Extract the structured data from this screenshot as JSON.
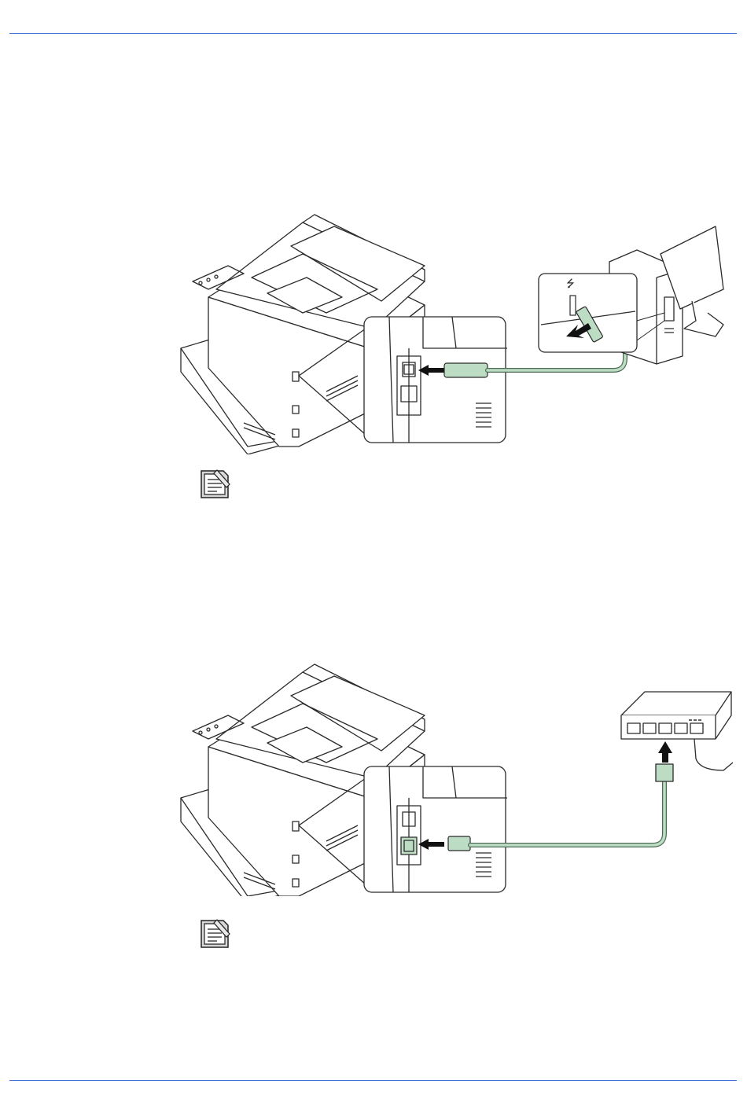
{
  "colors": {
    "rule": "#3f73d8",
    "line": "#2b2b2b",
    "cable": "#bcdcc4",
    "cable_edge": "#4c6b55",
    "note_fill": "#d7d7d7"
  },
  "figures": [
    {
      "name": "usb-connection-illustration",
      "connector": "usb"
    },
    {
      "name": "network-connection-illustration",
      "connector": "ethernet"
    }
  ],
  "note_icons": [
    {
      "icon": "note-icon"
    },
    {
      "icon": "note-icon"
    }
  ]
}
